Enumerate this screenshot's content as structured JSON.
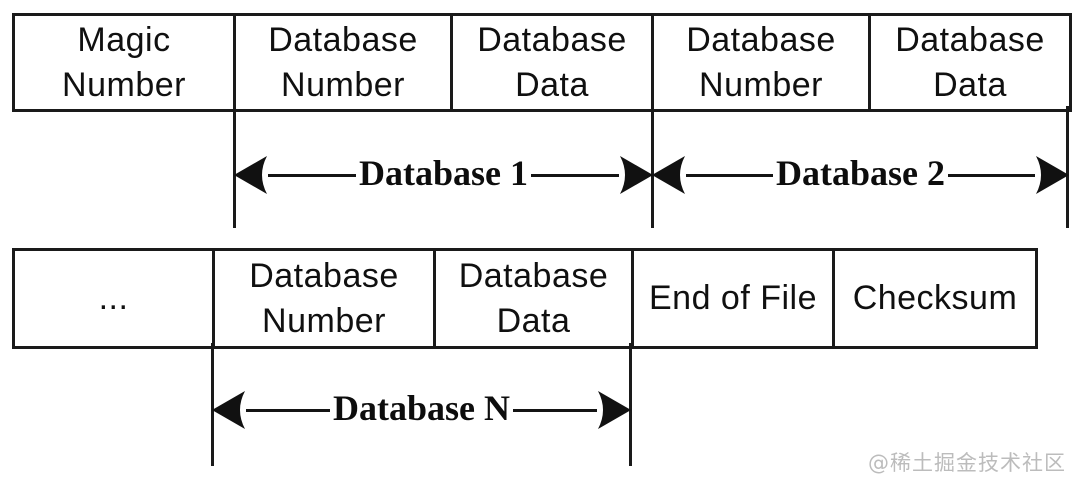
{
  "diagram": {
    "colors": {
      "background": "#ffffff",
      "line": "#1a1a1a",
      "text": "#101010",
      "watermark": "#bcbcbc"
    },
    "top_row": {
      "cells": [
        {
          "line1": "Magic",
          "line2": "Number"
        },
        {
          "line1": "Database",
          "line2": "Number"
        },
        {
          "line1": "Database",
          "line2": "Data"
        },
        {
          "line1": "Database",
          "line2": "Number"
        },
        {
          "line1": "Database",
          "line2": "Data"
        }
      ],
      "spans": [
        {
          "label": "Database 1"
        },
        {
          "label": "Database 2"
        }
      ]
    },
    "bottom_row": {
      "cells": [
        {
          "line1": "..."
        },
        {
          "line1": "Database",
          "line2": "Number"
        },
        {
          "line1": "Database",
          "line2": "Data"
        },
        {
          "line1": "End of File"
        },
        {
          "line1": "Checksum"
        }
      ],
      "spans": [
        {
          "label": "Database N"
        }
      ]
    }
  },
  "watermark": {
    "text": "@稀土掘金技术社区"
  }
}
